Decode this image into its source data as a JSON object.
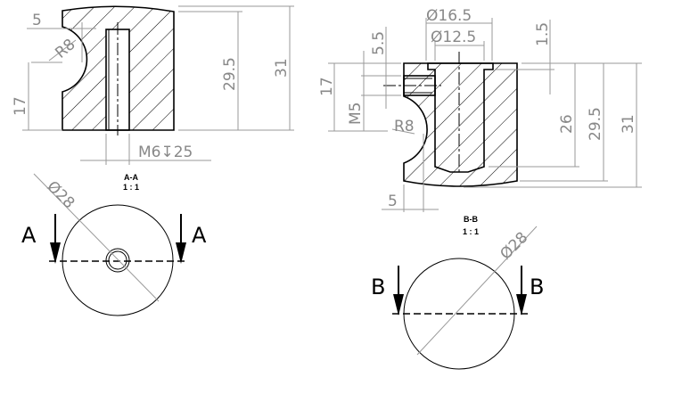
{
  "section_aa": {
    "dims": {
      "notch_offset": "5",
      "radius": "R8",
      "notch_height": "17",
      "inner_height": "29.5",
      "total_height": "31",
      "thread": "M6",
      "thread_depth_symbol": "↧",
      "thread_depth": "25"
    },
    "label": "A-A",
    "scale": "1 : 1"
  },
  "view_a": {
    "diameter": "Ø28",
    "cut_left": "A",
    "cut_right": "A"
  },
  "section_bb": {
    "dims": {
      "counterbore_dia": "Ø16.5",
      "hole_dia": "Ø12.5",
      "counterbore_depth": "1.5",
      "side_hole_offset": "5.5",
      "notch_height": "17",
      "side_thread": "M5",
      "radius": "R8",
      "hole_depth": "26",
      "inner_height": "29.5",
      "total_height": "31",
      "notch_offset": "5"
    },
    "label": "B-B",
    "scale": "1 : 1"
  },
  "view_b": {
    "diameter": "Ø28",
    "cut_left": "B",
    "cut_right": "B"
  }
}
